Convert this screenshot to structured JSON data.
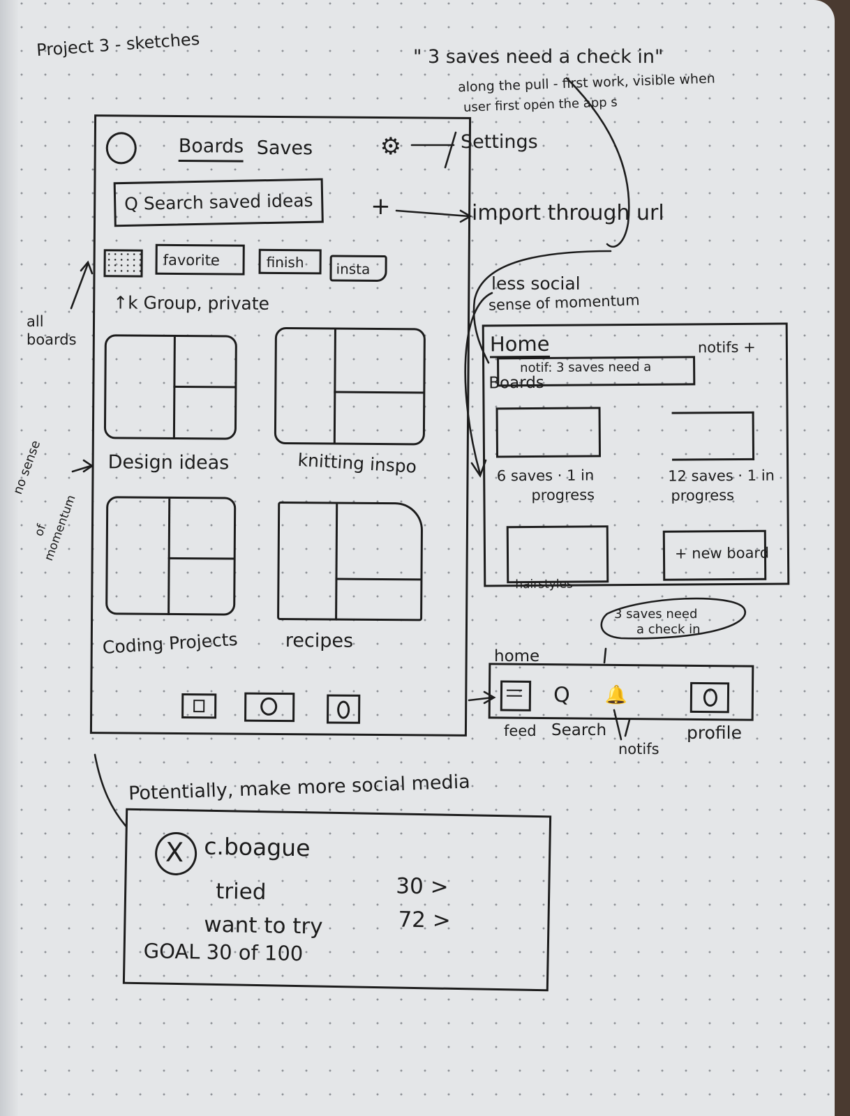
{
  "sheet": {
    "title": "Project 3 - sketches"
  },
  "note_top": {
    "quote": "\" 3 saves need a check in\"",
    "line2": "along the pull - first work, visible when",
    "line3": "user first open the app s"
  },
  "annotations": {
    "settings": "Settings",
    "import": "import through url",
    "all_boards": [
      "all",
      "boards"
    ],
    "no_sense": [
      "no sense",
      "of",
      "momentum"
    ],
    "less_social": "less social",
    "sense_momentum": "sense of momentum",
    "potentially": "Potentially, make more social media",
    "home_label": "home",
    "callout_bubble": [
      "3 saves need",
      "a check in"
    ]
  },
  "phone1": {
    "tabs": [
      "Boards",
      "Saves"
    ],
    "search": {
      "placeholder": "Q Search saved ideas"
    },
    "add": "+",
    "filters": [
      "favorite",
      "finish",
      "insta"
    ],
    "group_private": "↑k Group, private",
    "boards": [
      {
        "label": "Design ideas"
      },
      {
        "label": "knitting inspo"
      },
      {
        "label": "Coding Projects"
      },
      {
        "label": "recipes"
      }
    ]
  },
  "phone2": {
    "title": "Home",
    "notifs": "notifs +",
    "notif_bar": "notif: 3 saves need a",
    "boards_label": "Boards",
    "cards": [
      {
        "meta": [
          "6 saves · 1 in",
          "progress"
        ]
      },
      {
        "meta": [
          "12 saves · 1 in",
          "progress"
        ]
      },
      {
        "meta": [
          "hairstyles"
        ]
      },
      {
        "meta": [
          "+ new board"
        ]
      }
    ]
  },
  "navbar": {
    "labels": {
      "feed": "feed",
      "search": "Search",
      "notifs": "notifs",
      "profile": "profile"
    }
  },
  "profile_card": {
    "avatar": "X",
    "handle": "c.boague",
    "rows": [
      {
        "label": "tried",
        "value": "30 >"
      },
      {
        "label": "want to try",
        "value": "72 >"
      }
    ],
    "goal": "GOAL 30 of 100"
  },
  "icons": {
    "avatar": "circle-icon",
    "settings": "gear-icon",
    "search": "search-icon",
    "feed": "grid-icon",
    "notifs": "bell-icon",
    "profile": "profile-icon"
  }
}
